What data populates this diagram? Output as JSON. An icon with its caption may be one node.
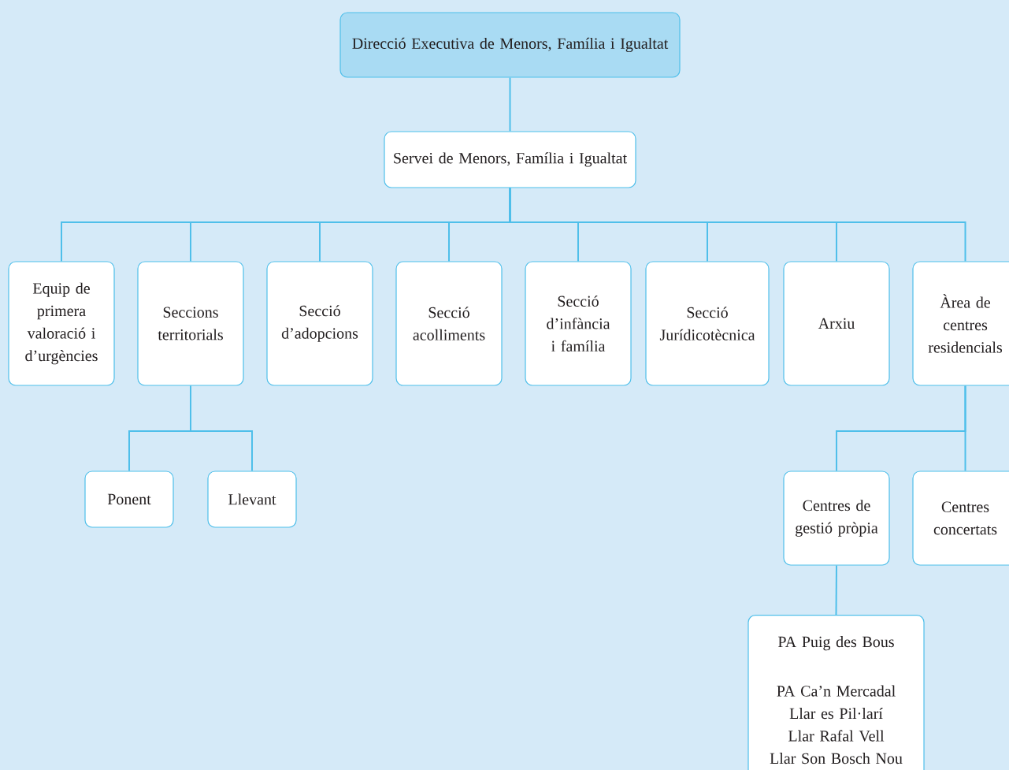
{
  "diagram": {
    "nodes": [
      {
        "text": [
          "Direcció Executiva de Menors, Família i Igualtat"
        ]
      },
      {
        "text": [
          "Servei de Menors, Família i Igualtat"
        ]
      },
      {
        "text": [
          "Equip de primera valoració i d’urgències"
        ]
      },
      {
        "text": [
          "Seccions territorials"
        ]
      },
      {
        "text": [
          "Secció d’adopcions"
        ]
      },
      {
        "text": [
          "Secció acolliments"
        ]
      },
      {
        "text": [
          "Secció d’infància i família"
        ]
      },
      {
        "text": [
          "Secció Jurídicotècnica"
        ]
      },
      {
        "text": [
          "Arxiu"
        ]
      },
      {
        "text": [
          "Àrea de centres residencials"
        ]
      },
      {
        "text": [
          "Ponent"
        ]
      },
      {
        "text": [
          "Llevant"
        ]
      },
      {
        "text": [
          "Centres de gestió pròpia"
        ]
      },
      {
        "text": [
          "Centres concertats"
        ]
      },
      {
        "text": [
          "PA Puig des Bous",
          "PA Ca’n Mercadal",
          "Llar es Pil·larí",
          "Llar Rafal Vell",
          "Llar Son Bosch Nou"
        ]
      }
    ],
    "edges": [
      {
        "from": 0,
        "to": 1,
        "arrow": "none"
      },
      {
        "from": 1,
        "to": 2,
        "arrow": "none"
      },
      {
        "from": 1,
        "to": 3,
        "arrow": "none"
      },
      {
        "from": 1,
        "to": 4,
        "arrow": "none"
      },
      {
        "from": 1,
        "to": 5,
        "arrow": "none"
      },
      {
        "from": 1,
        "to": 6,
        "arrow": "none"
      },
      {
        "from": 1,
        "to": 7,
        "arrow": "none"
      },
      {
        "from": 1,
        "to": 8,
        "arrow": "none"
      },
      {
        "from": 1,
        "to": 9,
        "arrow": "none"
      },
      {
        "from": 3,
        "to": 10,
        "arrow": "none"
      },
      {
        "from": 3,
        "to": 11,
        "arrow": "none"
      },
      {
        "from": 9,
        "to": 12,
        "arrow": "none"
      },
      {
        "from": 9,
        "to": 13,
        "arrow": "none"
      },
      {
        "from": 12,
        "to": 14,
        "arrow": "none"
      }
    ]
  }
}
